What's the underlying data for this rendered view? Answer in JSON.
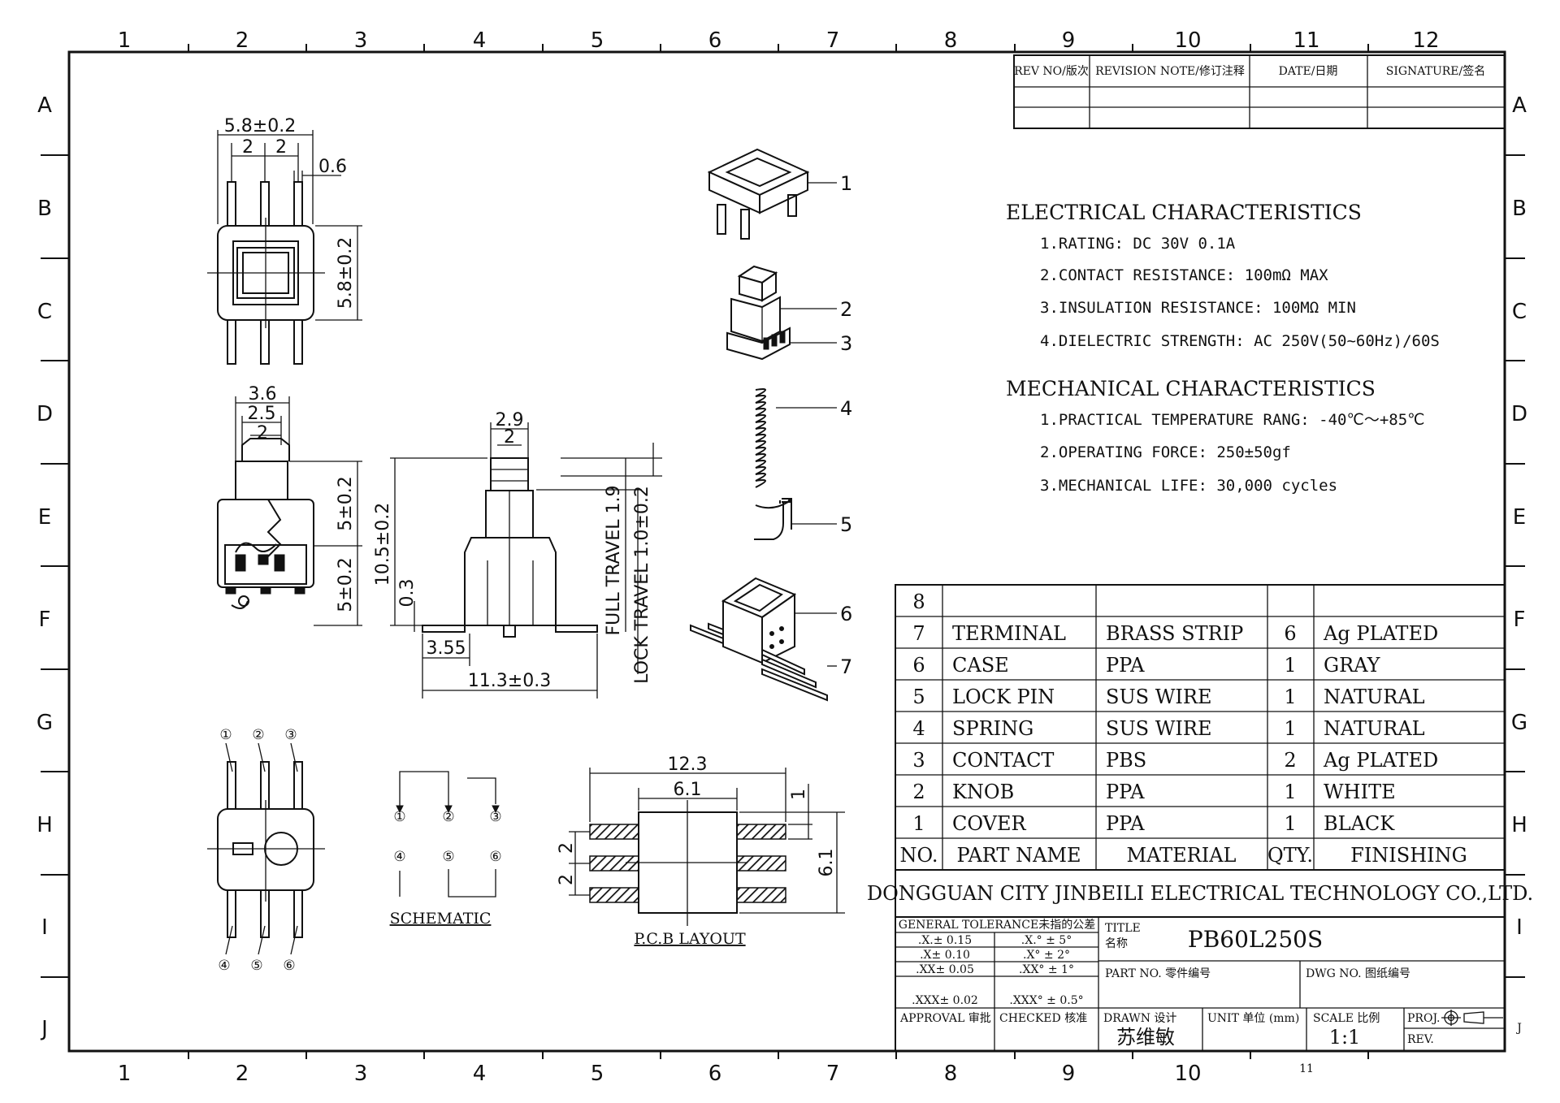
{
  "grid": {
    "columns": [
      "1",
      "2",
      "3",
      "4",
      "5",
      "6",
      "7",
      "8",
      "9",
      "10",
      "11",
      "12"
    ],
    "rows": [
      "A",
      "B",
      "C",
      "D",
      "E",
      "F",
      "G",
      "H",
      "I",
      "J"
    ]
  },
  "revision_table": {
    "headers": [
      "REV NO/版次",
      "REVISION NOTE/修订注释",
      "DATE/日期",
      "SIGNATURE/签名"
    ]
  },
  "electrical": {
    "heading": "ELECTRICAL CHARACTERISTICS",
    "items": [
      "1.RATING: DC 30V 0.1A",
      "2.CONTACT RESISTANCE: 100mΩ MAX",
      "3.INSULATION RESISTANCE: 100MΩ MIN",
      "4.DIELECTRIC STRENGTH: AC 250V(50~60Hz)/60S"
    ]
  },
  "mechanical": {
    "heading": "MECHANICAL CHARACTERISTICS",
    "items": [
      "1.PRACTICAL TEMPERATURE RANG: -40℃～+85℃",
      "2.OPERATING FORCE: 250±50gf",
      "3.MECHANICAL LIFE: 30,000 cycles"
    ]
  },
  "bom": {
    "header": {
      "no": "NO.",
      "part": "PART NAME",
      "material": "MATERIAL",
      "qty": "QTY.",
      "finish": "FINISHING"
    },
    "rows": [
      {
        "no": "8",
        "part": "",
        "material": "",
        "qty": "",
        "finish": ""
      },
      {
        "no": "7",
        "part": "TERMINAL",
        "material": "BRASS STRIP",
        "qty": "6",
        "finish": "Ag PLATED"
      },
      {
        "no": "6",
        "part": "CASE",
        "material": "PPA",
        "qty": "1",
        "finish": "GRAY"
      },
      {
        "no": "5",
        "part": "LOCK PIN",
        "material": "SUS WIRE",
        "qty": "1",
        "finish": "NATURAL"
      },
      {
        "no": "4",
        "part": "SPRING",
        "material": "SUS WIRE",
        "qty": "1",
        "finish": "NATURAL"
      },
      {
        "no": "3",
        "part": "CONTACT",
        "material": "PBS",
        "qty": "2",
        "finish": "Ag PLATED"
      },
      {
        "no": "2",
        "part": "KNOB",
        "material": "PPA",
        "qty": "1",
        "finish": "WHITE"
      },
      {
        "no": "1",
        "part": "COVER",
        "material": "PPA",
        "qty": "1",
        "finish": "BLACK"
      }
    ]
  },
  "title_block": {
    "company": "DONGGUAN CITY JINBEILI ELECTRICAL TECHNOLOGY CO.,LTD.",
    "tolerance_heading": "GENERAL TOLERANCE未指的公差",
    "tolerances": [
      [
        ".X.± 0.15",
        ".X.° ± 5°"
      ],
      [
        ".X± 0.10",
        ".X° ± 2°"
      ],
      [
        ".XX± 0.05",
        ".XX° ± 1°"
      ],
      [
        ".XXX± 0.02",
        ".XXX° ± 0.5°"
      ]
    ],
    "title_label_en": "TITLE",
    "title_label_cn": "名称",
    "title_value": "PB60L250S",
    "part_no_label": "PART NO. 零件编号",
    "dwg_no_label": "DWG NO. 图纸编号",
    "approval_label": "APPROVAL 审批",
    "checked_label": "CHECKED 核准",
    "drawn_label": "DRAWN 设计",
    "drawn_value": "苏维敏",
    "unit_label": "UNIT 单位 (mm)",
    "scale_label": "SCALE 比例",
    "scale_value": "1:1",
    "proj_label": "PROJ.",
    "rev_label": "REV.",
    "sheet_mark": "11"
  },
  "dimensions": {
    "top_width": "5.8±0.2",
    "pin_pitch_a": "2",
    "pin_pitch_b": "2",
    "pin_thickness": "0.6",
    "top_height": "5.8±0.2",
    "side_w1": "3.6",
    "side_w2": "2.5",
    "side_w3": "2",
    "side_h_upper": "5±0.2",
    "side_h_lower": "5±0.2",
    "front_w1": "2.9",
    "front_w2": "2",
    "front_h": "10.5±0.2",
    "front_pin_h": "0.3",
    "front_offset": "3.55",
    "front_total": "11.3±0.3",
    "full_travel": "FULL TRAVEL 1.9",
    "lock_travel": "LOCK TRAVEL 1.0±0.2",
    "pcb_total": "12.3",
    "pcb_body": "6.1",
    "pcb_pad_h": "1",
    "pcb_height": "6.1",
    "pcb_pitch_a": "2",
    "pcb_pitch_b": "2"
  },
  "labels": {
    "schematic": "SCHEMATIC",
    "pcb_layout": "P.C.B LAYOUT"
  },
  "pins": [
    "①",
    "②",
    "③",
    "④",
    "⑤",
    "⑥"
  ],
  "callouts": [
    "1",
    "2",
    "3",
    "4",
    "5",
    "6",
    "7"
  ]
}
